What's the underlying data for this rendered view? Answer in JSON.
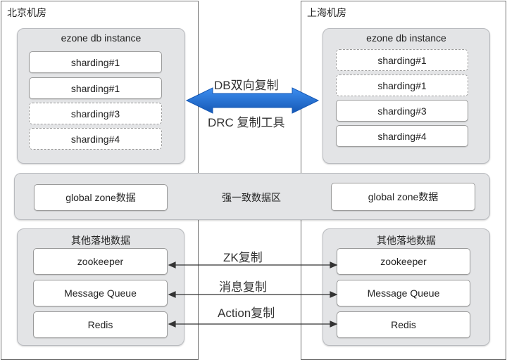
{
  "left_region": {
    "title": "北京机房",
    "instance_title": "ezone db instance",
    "shards": [
      "sharding#1",
      "sharding#1",
      "sharding#3",
      "sharding#4"
    ],
    "global_box": "global zone数据",
    "other_title": "其他落地数据",
    "services": [
      "zookeeper",
      "Message Queue",
      "Redis"
    ]
  },
  "right_region": {
    "title": "上海机房",
    "instance_title": "ezone db instance",
    "shards": [
      "sharding#1",
      "sharding#1",
      "sharding#3",
      "sharding#4"
    ],
    "global_box": "global zone数据",
    "other_title": "其他落地数据",
    "services": [
      "zookeeper",
      "Message Queue",
      "Redis"
    ]
  },
  "strong_consistency_label": "强一致数据区",
  "db_replication": {
    "top_label": "DB双向复制",
    "bottom_label": "DRC 复制工具",
    "arrow_color": "#1f6fd1"
  },
  "service_replication_labels": [
    "ZK复制",
    "消息复制",
    "Action复制"
  ]
}
